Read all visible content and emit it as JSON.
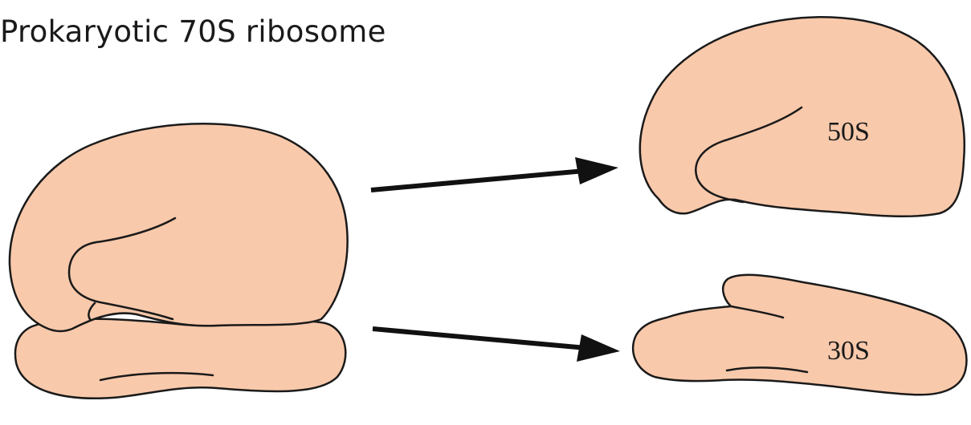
{
  "title": "Prokaryotic 70S ribosome",
  "subunits": {
    "large": "50S",
    "small": "30S"
  },
  "colors": {
    "ribosome_fill": "#f9c9ab",
    "outline": "#1a1a1a",
    "arrow": "#111111"
  }
}
